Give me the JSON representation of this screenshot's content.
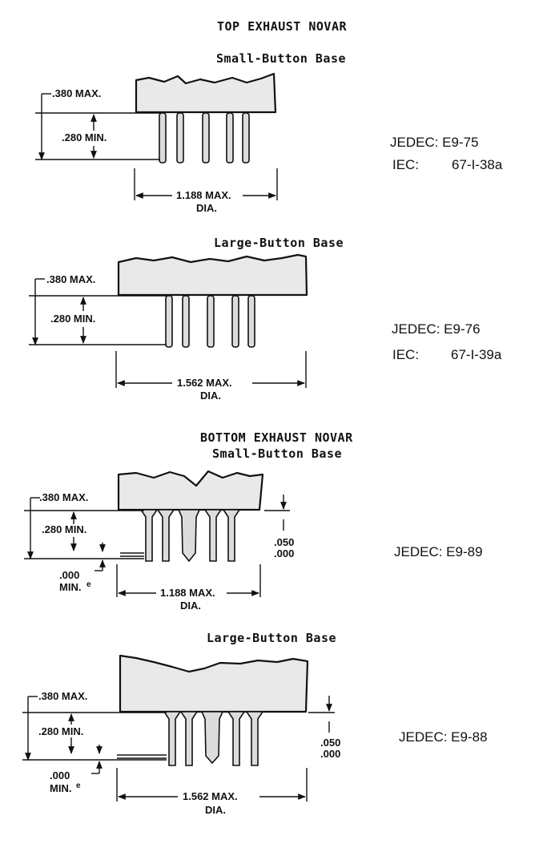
{
  "sections": {
    "top_exhaust_title": "TOP EXHAUST NOVAR",
    "bottom_exhaust_title": "BOTTOM EXHAUST NOVAR"
  },
  "diagrams": [
    {
      "subtitle": "Small-Button Base",
      "dim_height": ".380 MAX.",
      "dim_pin": ".280 MIN.",
      "dim_diameter": "1.188 MAX.",
      "dim_dia_label": "DIA.",
      "jedec": "JEDEC: E9-75",
      "iec_label": "IEC:",
      "iec_value": "67-I-38a"
    },
    {
      "subtitle": "Large-Button Base",
      "dim_height": ".380 MAX.",
      "dim_pin": ".280 MIN.",
      "dim_diameter": "1.562 MAX.",
      "dim_dia_label": "DIA.",
      "jedec": "JEDEC: E9-76",
      "iec_label": "IEC:",
      "iec_value": "67-I-39a"
    },
    {
      "subtitle": "Small-Button Base",
      "dim_height": ".380 MAX.",
      "dim_pin": ".280 MIN.",
      "dim_diameter": "1.188 MAX.",
      "dim_dia_label": "DIA.",
      "dim_tip_min": ".000",
      "dim_tip_min_label": "MIN.",
      "dim_tip_note": "e",
      "dim_exhaust_top": ".050",
      "dim_exhaust_bottom": ".000",
      "jedec": "JEDEC: E9-89"
    },
    {
      "subtitle": "Large-Button Base",
      "dim_height": ".380 MAX.",
      "dim_pin": ".280 MIN.",
      "dim_diameter": "1.562 MAX.",
      "dim_dia_label": "DIA.",
      "dim_tip_min": ".000",
      "dim_tip_min_label": "MIN.",
      "dim_tip_note": "e",
      "dim_exhaust_top": ".050",
      "dim_exhaust_bottom": ".000",
      "jedec": "JEDEC: E9-88"
    }
  ]
}
